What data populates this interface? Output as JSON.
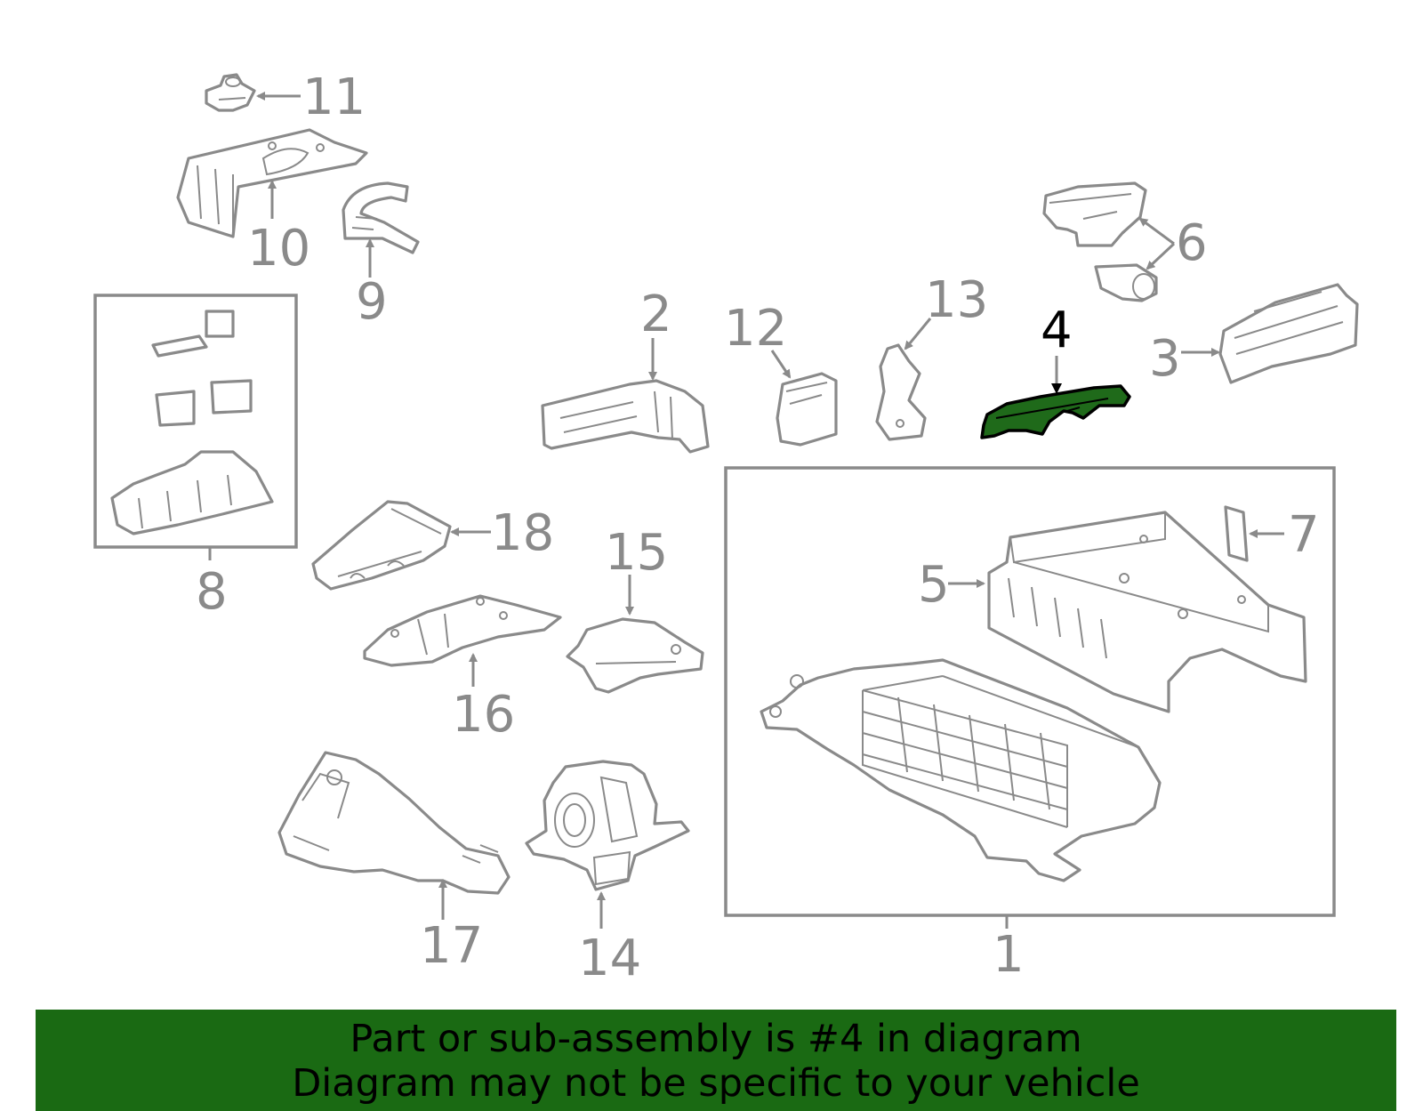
{
  "callouts": {
    "c1": "1",
    "c2": "2",
    "c3": "3",
    "c4": "4",
    "c5": "5",
    "c6": "6",
    "c7": "7",
    "c8": "8",
    "c9": "9",
    "c10": "10",
    "c11": "11",
    "c12": "12",
    "c13": "13",
    "c14": "14",
    "c15": "15",
    "c16": "16",
    "c17": "17",
    "c18": "18"
  },
  "highlighted_part": "4",
  "colors": {
    "highlight": "#1f6a1a",
    "banner": "#1a6a13",
    "linework": "#8a8a8a"
  },
  "banner": {
    "line1": "Part or sub-assembly is #4 in diagram",
    "line2": "Diagram may not be specific to your vehicle"
  }
}
